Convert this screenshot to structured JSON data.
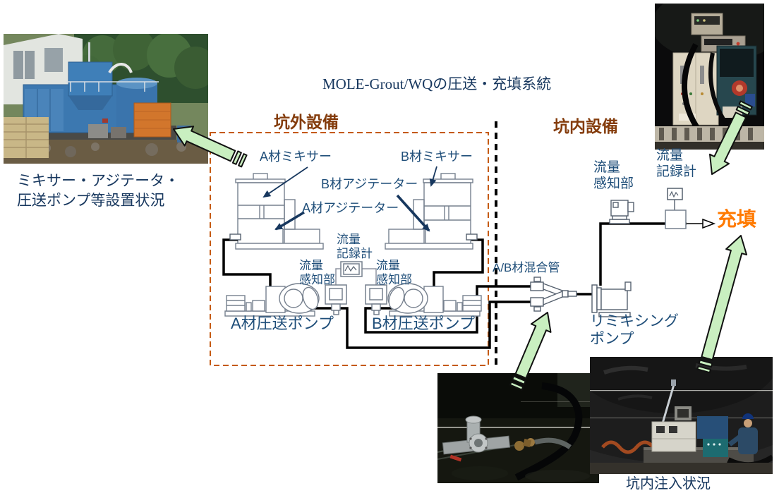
{
  "title": "MOLE-Grout/WQの圧送・充填系統",
  "sections": {
    "outside_label": "坑外設備",
    "inside_label": "坑内設備"
  },
  "labels": {
    "mixer_a": "A材ミキサー",
    "mixer_b": "B材ミキサー",
    "agitator_b": "B材アジテーター",
    "agitator_a": "A材アジテーター",
    "recorder_center": "流量\n記録計",
    "sensor_a": "流量\n感知部",
    "sensor_b": "流量\n感知部",
    "pump_a": "A材圧送ポンプ",
    "pump_b": "B材圧送ポンプ",
    "sensor_in": "流量\n感知部",
    "recorder_in": "流量\n記録計",
    "mixing_pipe": "A/B材混合管",
    "remix_pump": "リミキシング\nポンプ",
    "fill": "充填"
  },
  "photos": {
    "plant": {
      "caption": "ミキサー・アジテータ・\n圧送ポンプ等設置状況"
    },
    "recorder_photo": {
      "caption": ""
    },
    "tunnel_pipes": {
      "caption": ""
    },
    "injection": {
      "caption": "坑内注入状況"
    }
  },
  "colors": {
    "label_navy": "#1f4e79",
    "title_navy": "#17375e",
    "section_brown": "#843c0c",
    "fill_orange": "#ff7a00",
    "dashed_box": "#c55a11",
    "pipe_black": "#000000",
    "arrow_green": "#c9efc0",
    "drawing_gray": "#76808e"
  }
}
